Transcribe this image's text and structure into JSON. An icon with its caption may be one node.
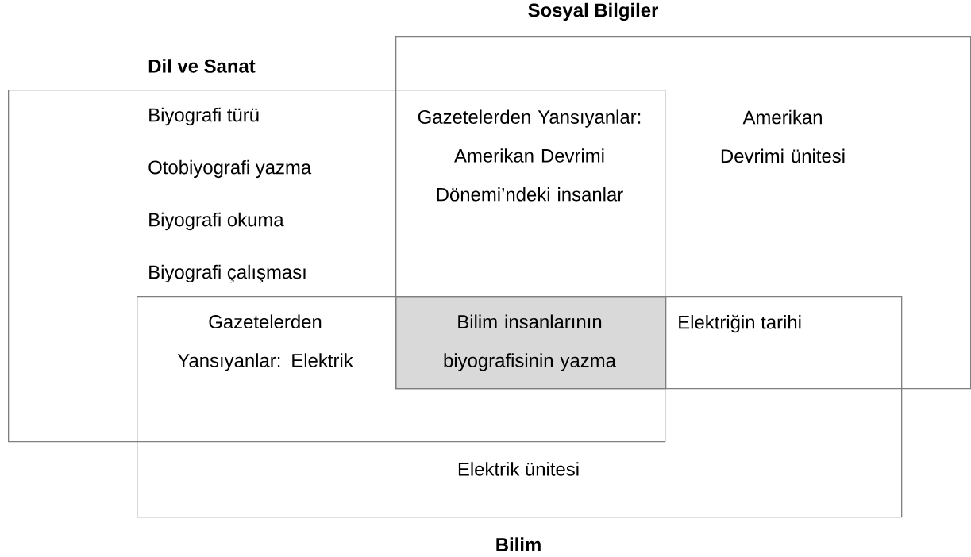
{
  "diagram": {
    "nodes": [
      {
        "text": [
          "Dil ve Sanat",
          "Biyografi türü",
          "Otobiyografi yazma",
          "Biyografi okuma",
          "Biyografi çalışması"
        ]
      },
      {
        "text": [
          "Sosyal Bilgiler",
          "Amerikan Devrimi ünitesi"
        ]
      },
      {
        "text": [
          "Elektrik ünitesi",
          "Bilim"
        ]
      },
      {
        "text": [
          "Bilim insanlarının biyografisinin yazma"
        ]
      }
    ],
    "labels": [
      "Gazetelerden Yansıyanlar: Amerikan Devrimi Dönemi’ndeki insanlar",
      "Gazetelerden Yansıyanlar: Elektrik",
      "Elektriğin tarihi"
    ]
  }
}
